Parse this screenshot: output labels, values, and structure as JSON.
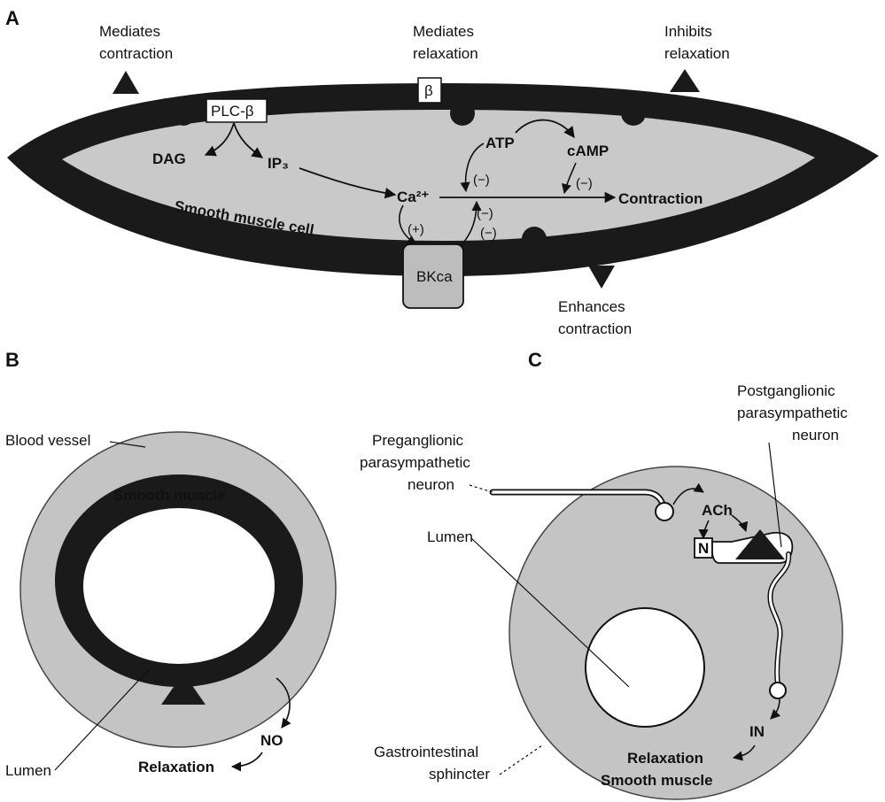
{
  "panels": {
    "a": "A",
    "b": "B",
    "c": "C"
  },
  "panel_a": {
    "receptor_labels": {
      "mediates_contraction": [
        "Mediates",
        "contraction"
      ],
      "mediates_relaxation": [
        "Mediates",
        "relaxation"
      ],
      "inhibits_relaxation": [
        "Inhibits",
        "relaxation"
      ],
      "enhances_contraction": [
        "Enhances",
        "contraction"
      ]
    },
    "beta_box": "β",
    "plc_box": "PLC-β",
    "dag": "DAG",
    "ip3": "IP₃",
    "ca": "Ca²⁺",
    "atp": "ATP",
    "camp": "cAMP",
    "contraction": "Contraction",
    "cell_label": "Smooth muscle cell",
    "bkca": "BKca",
    "signs": {
      "minus": "(−)",
      "plus": "(+)"
    }
  },
  "panel_b": {
    "blood_vessel": "Blood vessel",
    "smooth_muscle": "Smooth muscle",
    "lumen": "Lumen",
    "no": "NO",
    "relaxation": "Relaxation"
  },
  "panel_c": {
    "preganglionic": [
      "Preganglionic",
      "parasympathetic",
      "neuron"
    ],
    "postganglionic": [
      "Postganglionic",
      "parasympathetic",
      "neuron"
    ],
    "ach": "ACh",
    "n_box": "N",
    "lumen": "Lumen",
    "in": "IN",
    "relaxation": "Relaxation",
    "gi_sphincter": [
      "Gastrointestinal",
      "sphincter"
    ],
    "smooth_muscle": "Smooth muscle"
  },
  "colors": {
    "membrane": "#1a1a1a",
    "cytoplasm": "#c9c9c9",
    "tissue": "#c4c4c4",
    "background": "#ffffff"
  }
}
